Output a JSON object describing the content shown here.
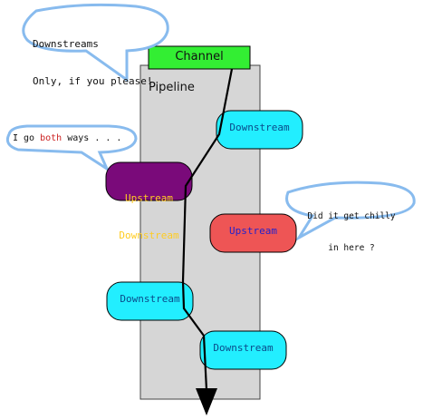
{
  "channel": {
    "label": "Channel",
    "color": "#33ee33"
  },
  "pipeline": {
    "label": "Pipeline",
    "color": "#d6d6d6"
  },
  "bubbles": {
    "top": {
      "line1": "Downstreams",
      "line2": "Only, if you please!"
    },
    "left": {
      "prefix": "I go ",
      "emphasis": "both",
      "suffix": " ways . . .",
      "emphasis_color": "#cc2222"
    },
    "right": {
      "line1": "Did it get chilly",
      "line2": "in here ?"
    },
    "border_color": "#88bbee"
  },
  "handlers": [
    {
      "lines": [
        "Downstream"
      ],
      "type": "downstream",
      "fill": "#22eeff",
      "text_color": "#0a4a8a"
    },
    {
      "lines": [
        "Upstream",
        "Downstream"
      ],
      "type": "both",
      "fill": "#7a0a7a",
      "text_color": "#ffcc22"
    },
    {
      "lines": [
        "Upstream"
      ],
      "type": "upstream",
      "fill": "#ee5555",
      "text_color": "#2222cc"
    },
    {
      "lines": [
        "Downstream"
      ],
      "type": "downstream",
      "fill": "#22eeff",
      "text_color": "#0a4a8a"
    },
    {
      "lines": [
        "Downstream"
      ],
      "type": "downstream",
      "fill": "#22eeff",
      "text_color": "#0a4a8a"
    }
  ]
}
